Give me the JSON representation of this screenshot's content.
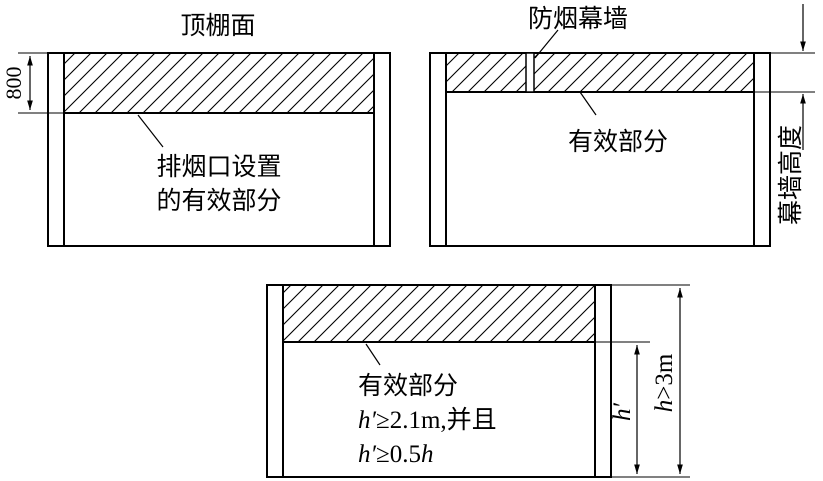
{
  "diagram1": {
    "ceiling_label": "顶棚面",
    "dimension_label": "800",
    "effective_label_line1": "排烟口设置",
    "effective_label_line2": "的有效部分"
  },
  "diagram2": {
    "curtain_wall_label": "防烟幕墙",
    "effective_label": "有效部分",
    "curtain_height_label": "幕墙高度"
  },
  "diagram3": {
    "effective_label": "有效部分",
    "cond1_var": "h′",
    "cond1_rest": "≥2.1m,并且",
    "cond2_var": "h′",
    "cond2_mid": "≥0.5",
    "cond2_h": "h",
    "dim_hprime": "h′",
    "dim_h_var": "h",
    "dim_h_rest": ">3m"
  },
  "colors": {
    "line": "#000000",
    "background": "#ffffff"
  }
}
